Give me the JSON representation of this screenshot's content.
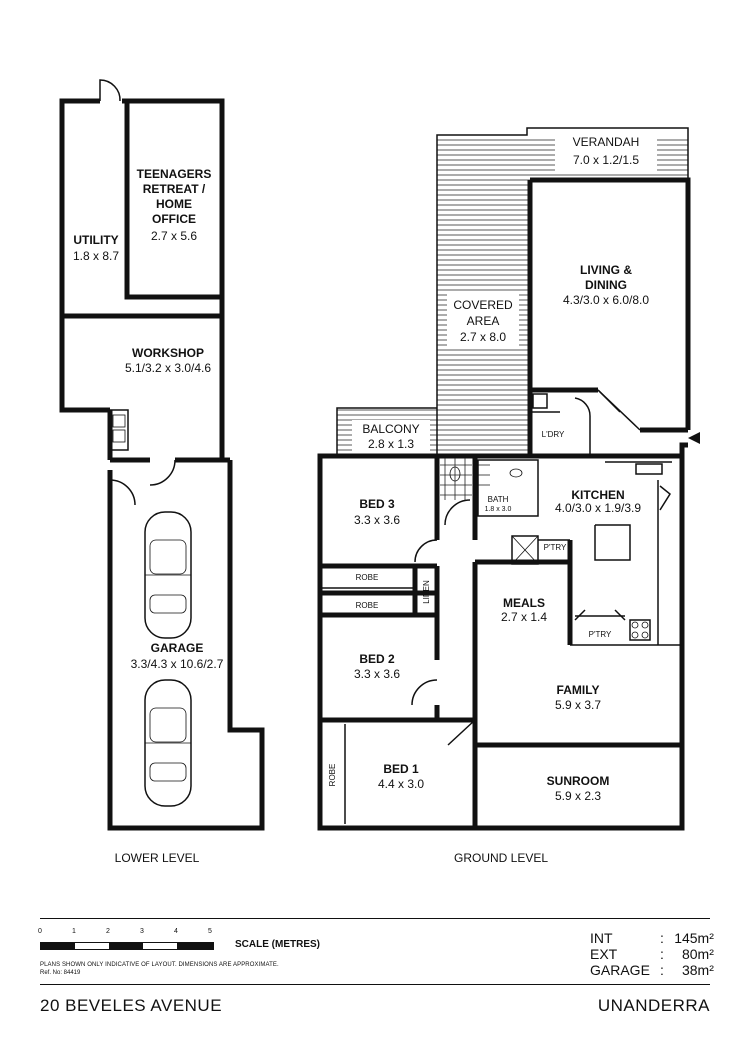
{
  "levels": {
    "lower": "LOWER LEVEL",
    "ground": "GROUND LEVEL"
  },
  "rooms": {
    "teenagers_retreat": {
      "line1": "TEENAGERS",
      "line2": "RETREAT /",
      "line3": "HOME",
      "line4": "OFFICE",
      "dim": "2.7 x 5.6"
    },
    "utility": {
      "name": "UTILITY",
      "dim": "1.8 x 8.7"
    },
    "workshop": {
      "name": "WORKSHOP",
      "dim": "5.1/3.2 x 3.0/4.6"
    },
    "garage": {
      "name": "GARAGE",
      "dim": "3.3/4.3 x 10.6/2.7"
    },
    "verandah": {
      "name": "VERANDAH",
      "dim": "7.0 x 1.2/1.5"
    },
    "living_dining": {
      "line1": "LIVING &",
      "line2": "DINING",
      "dim": "4.3/3.0 x 6.0/8.0"
    },
    "covered_area": {
      "line1": "COVERED",
      "line2": "AREA",
      "dim": "2.7 x 8.0"
    },
    "balcony": {
      "name": "BALCONY",
      "dim": "2.8 x 1.3"
    },
    "laundry": {
      "name": "L'DRY"
    },
    "bed3": {
      "name": "BED 3",
      "dim": "3.3 x 3.6"
    },
    "bath": {
      "name": "BATH",
      "dim": "1.8 x 3.0"
    },
    "kitchen": {
      "name": "KITCHEN",
      "dim": "4.0/3.0 x 1.9/3.9"
    },
    "pantry1": {
      "name": "P'TRY"
    },
    "pantry2": {
      "name": "P'TRY"
    },
    "robe_bed3": {
      "name": "ROBE"
    },
    "robe_bed2": {
      "name": "ROBE"
    },
    "robe_bed1": {
      "name": "ROBE"
    },
    "linen": {
      "name": "LINEN"
    },
    "meals": {
      "name": "MEALS",
      "dim": "2.7 x 1.4"
    },
    "bed2": {
      "name": "BED 2",
      "dim": "3.3 x 3.6"
    },
    "family": {
      "name": "FAMILY",
      "dim": "5.9 x 3.7"
    },
    "bed1": {
      "name": "BED 1",
      "dim": "4.4 x 3.0"
    },
    "sunroom": {
      "name": "SUNROOM",
      "dim": "5.9 x 2.3"
    }
  },
  "scale": {
    "ticks": [
      "0",
      "1",
      "2",
      "3",
      "4",
      "5"
    ],
    "label": "SCALE (METRES)",
    "disclaimer": "PLANS SHOWN ONLY INDICATIVE OF LAYOUT.  DIMENSIONS ARE APPROXIMATE.",
    "ref": "Ref. No: 84419"
  },
  "areas": [
    {
      "label": "INT",
      "sep": ":",
      "value": "145m²"
    },
    {
      "label": "EXT",
      "sep": ":",
      "value": "80m²"
    },
    {
      "label": "GARAGE",
      "sep": ":",
      "value": "38m²"
    }
  ],
  "address": "20 BEVELES AVENUE",
  "suburb": "UNANDERRA"
}
